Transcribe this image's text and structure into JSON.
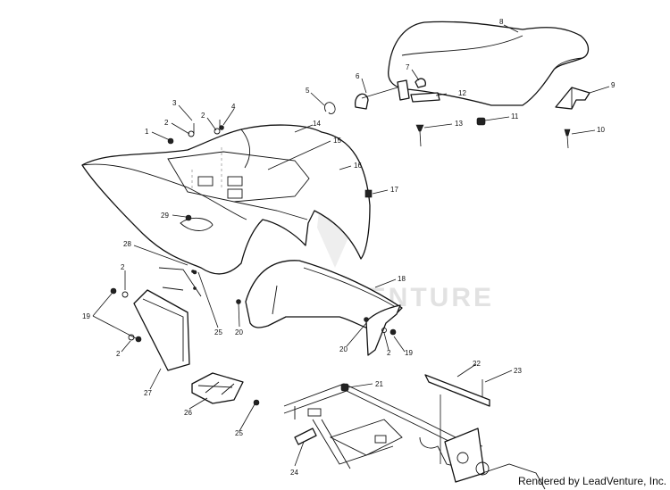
{
  "watermark": "LEADVENTURE",
  "credit": "Rendered by LeadVenture, Inc.",
  "callouts": [
    {
      "id": "c1",
      "label": "1"
    },
    {
      "id": "c2a",
      "label": "2"
    },
    {
      "id": "c2b",
      "label": "2"
    },
    {
      "id": "c2c",
      "label": "2"
    },
    {
      "id": "c2d",
      "label": "2"
    },
    {
      "id": "c2e",
      "label": "2"
    },
    {
      "id": "c3",
      "label": "3"
    },
    {
      "id": "c4",
      "label": "4"
    },
    {
      "id": "c5",
      "label": "5"
    },
    {
      "id": "c6",
      "label": "6"
    },
    {
      "id": "c7",
      "label": "7"
    },
    {
      "id": "c8",
      "label": "8"
    },
    {
      "id": "c9",
      "label": "9"
    },
    {
      "id": "c10",
      "label": "10"
    },
    {
      "id": "c11",
      "label": "11"
    },
    {
      "id": "c12",
      "label": "12"
    },
    {
      "id": "c13",
      "label": "13"
    },
    {
      "id": "c14",
      "label": "14"
    },
    {
      "id": "c15",
      "label": "15"
    },
    {
      "id": "c16",
      "label": "16"
    },
    {
      "id": "c17",
      "label": "17"
    },
    {
      "id": "c18",
      "label": "18"
    },
    {
      "id": "c19a",
      "label": "19"
    },
    {
      "id": "c19b",
      "label": "19"
    },
    {
      "id": "c20a",
      "label": "20"
    },
    {
      "id": "c20b",
      "label": "20"
    },
    {
      "id": "c21",
      "label": "21"
    },
    {
      "id": "c22",
      "label": "22"
    },
    {
      "id": "c23",
      "label": "23"
    },
    {
      "id": "c24",
      "label": "24"
    },
    {
      "id": "c25a",
      "label": "25"
    },
    {
      "id": "c25b",
      "label": "25"
    },
    {
      "id": "c26",
      "label": "26"
    },
    {
      "id": "c27",
      "label": "27"
    },
    {
      "id": "c28",
      "label": "28"
    },
    {
      "id": "c29",
      "label": "29"
    }
  ]
}
